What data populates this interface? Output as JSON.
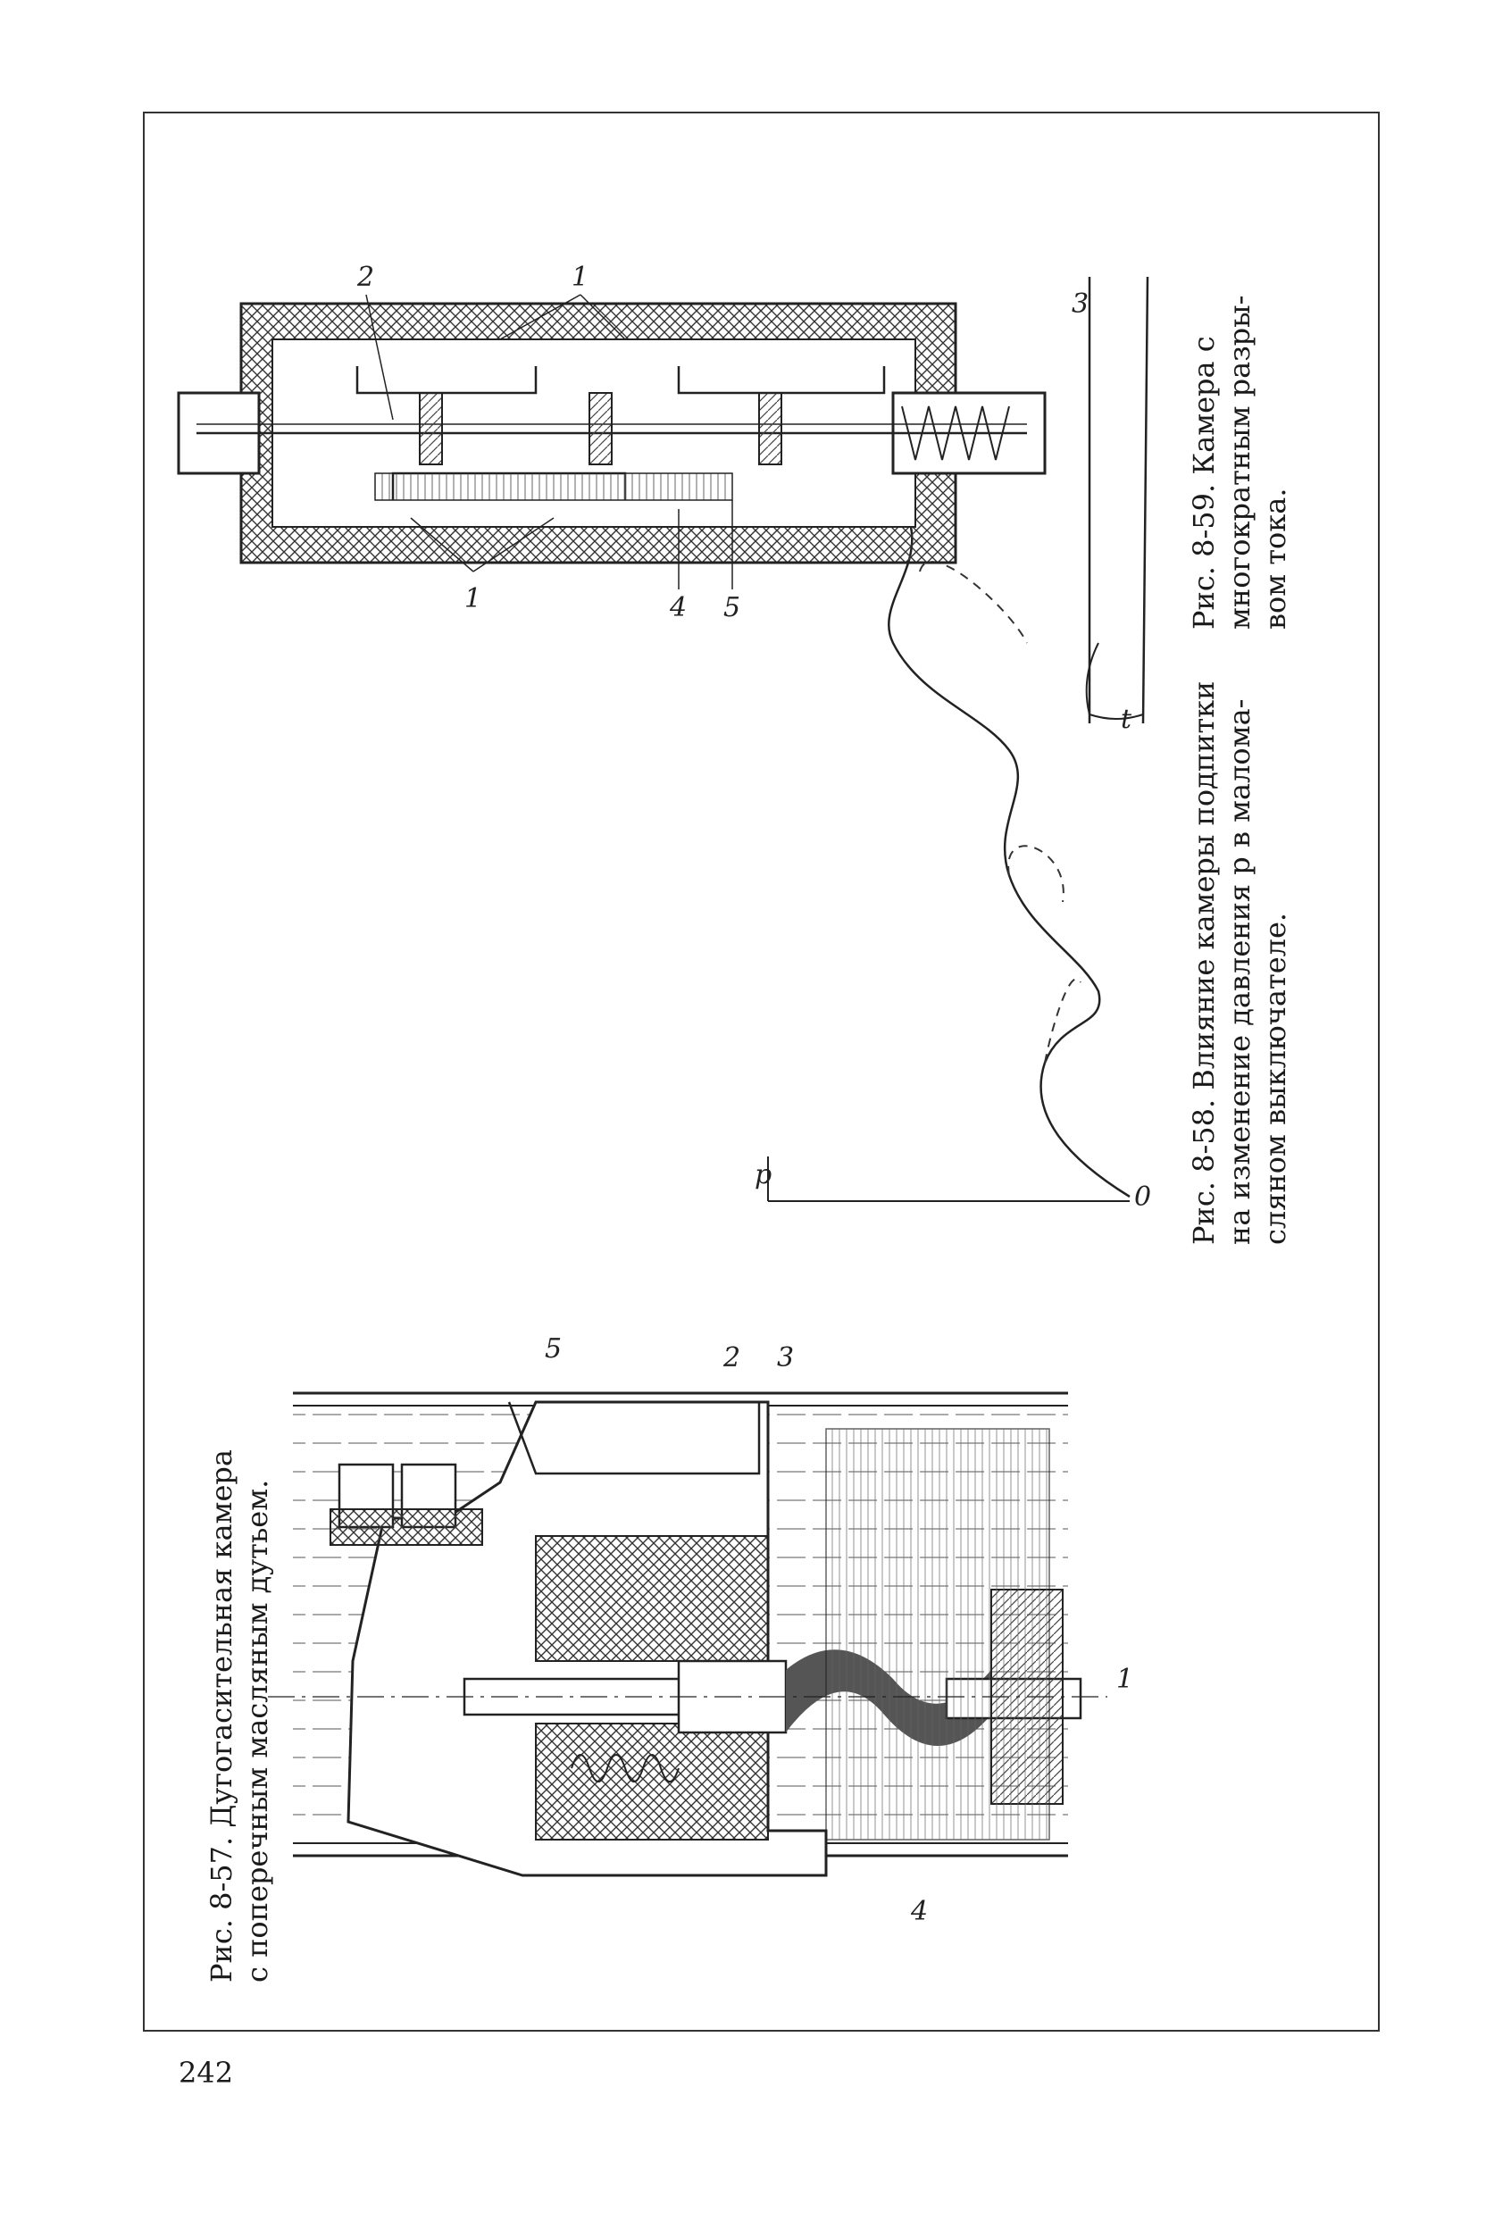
{
  "page": {
    "number": "242"
  },
  "figure_57": {
    "caption_line1": "Рис. 8-57. Дугогасительная камера",
    "caption_line2": "с поперечным масляным дутьем.",
    "labels": [
      "1",
      "2",
      "3",
      "4",
      "5"
    ]
  },
  "figure_58": {
    "caption_line1": "Рис. 8-58. Влияние камеры подпитки",
    "caption_line2": "на изменение давления p в маломa-",
    "caption_line3": "сляном выключателе.",
    "axis_p": "p",
    "axis_t": "t",
    "origin": "0"
  },
  "figure_59": {
    "caption_line1": "Рис. 8-59. Камера с",
    "caption_line2": "многократным разры-",
    "caption_line3": "вом тока.",
    "labels": [
      "1",
      "1",
      "2",
      "3",
      "4",
      "5"
    ]
  },
  "colors": {
    "ink": "#1a1a1a",
    "paper": "#ffffff"
  }
}
